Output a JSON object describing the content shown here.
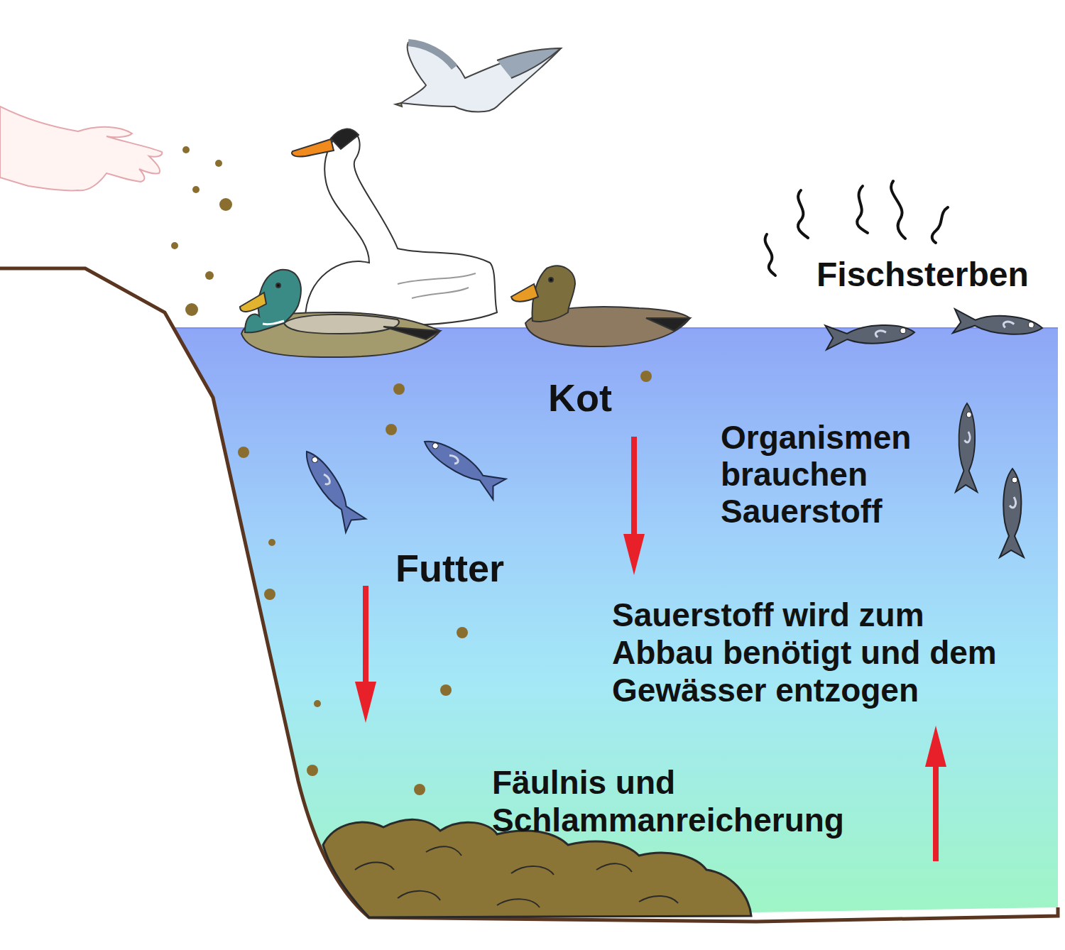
{
  "diagram": {
    "labels": [
      "Fischsterben",
      "Kot",
      "Organismen brauchen Sauerstoff",
      "Futter",
      "Sauerstoff wird zum Abbau benötigt und dem Gewässer entzogen",
      "Fäulnis und Schlammanreicherung"
    ]
  }
}
